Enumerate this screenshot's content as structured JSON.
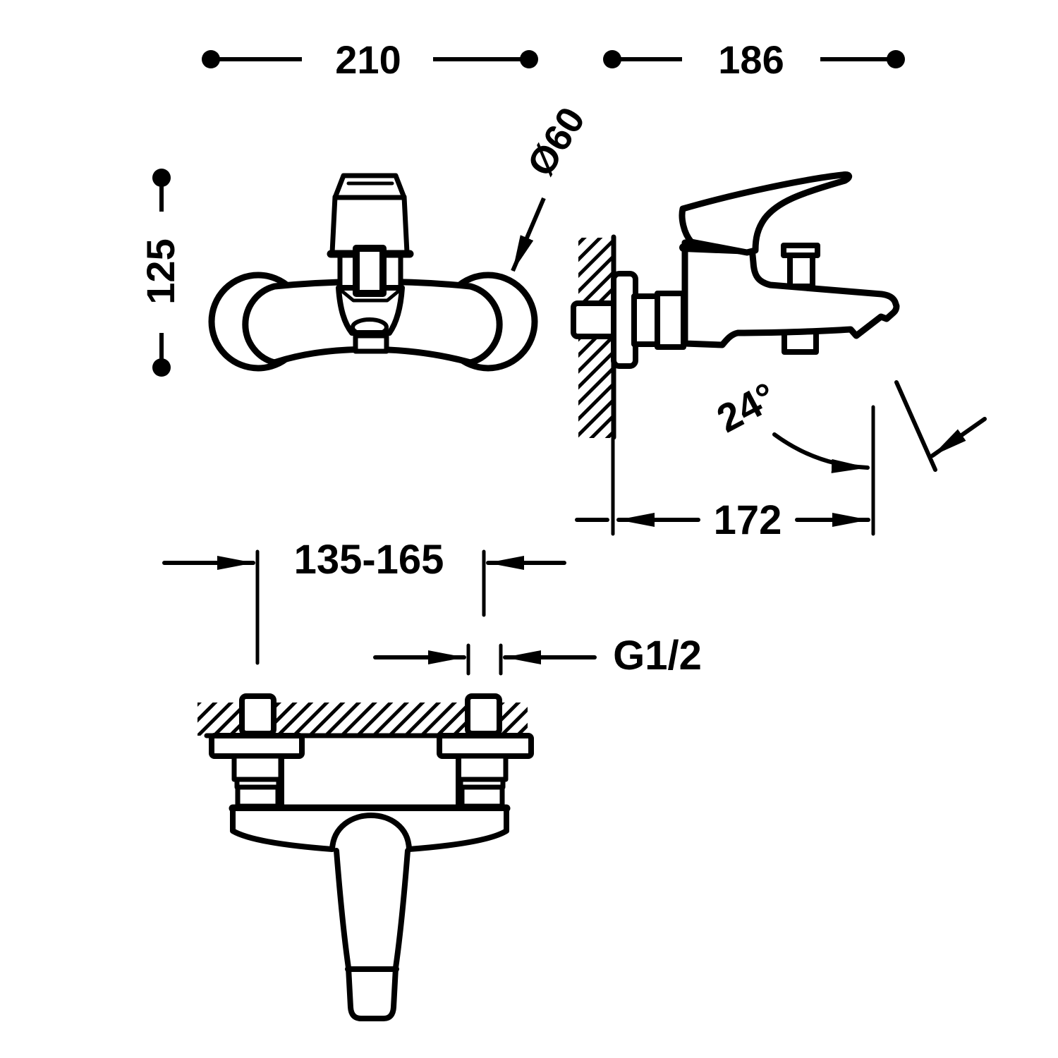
{
  "drawing": {
    "colors": {
      "ink": "#000000",
      "background": "#ffffff"
    },
    "dims": {
      "front_width": "210",
      "side_depth": "186",
      "front_height": "125",
      "flange_diameter": "Ø60",
      "spout_angle": "24°",
      "spout_projection": "172",
      "connection_centers": "135-165",
      "thread_size": "G1/2"
    }
  }
}
